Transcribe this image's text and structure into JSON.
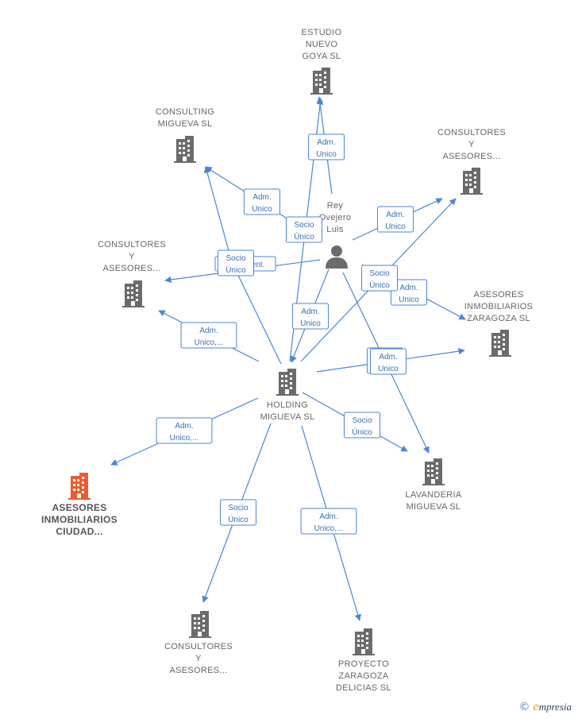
{
  "colors": {
    "edge": "#4a86d8",
    "building": "#6b6b6b",
    "highlight": "#ee5a2f",
    "person": "#6b6b6b"
  },
  "nodes": [
    {
      "id": "estudio",
      "type": "company",
      "label": [
        "ESTUDIO",
        "NUEVO",
        "GOYA  SL"
      ],
      "highlight": false
    },
    {
      "id": "consulting",
      "type": "company",
      "label": [
        "CONSULTING",
        "MIGUEVA  SL"
      ],
      "highlight": false
    },
    {
      "id": "consultores_tr",
      "type": "company",
      "label": [
        "CONSULTORES",
        "Y",
        "ASESORES..."
      ],
      "highlight": false
    },
    {
      "id": "consultores_l",
      "type": "company",
      "label": [
        "CONSULTORES",
        "Y",
        "ASESORES..."
      ],
      "highlight": false
    },
    {
      "id": "rey",
      "type": "person",
      "label": [
        "Rey",
        "Ovejero",
        "Luis"
      ],
      "highlight": false
    },
    {
      "id": "asesores_zgz",
      "type": "company",
      "label": [
        "ASESORES",
        "INMOBILIARIOS",
        "ZARAGOZA  SL"
      ],
      "highlight": false
    },
    {
      "id": "holding",
      "type": "company",
      "label": [
        "HOLDING",
        "MIGUEVA  SL"
      ],
      "highlight": false
    },
    {
      "id": "asesores_ciudad",
      "type": "company",
      "label": [
        "ASESORES",
        "INMOBILIARIOS",
        "CIUDAD..."
      ],
      "highlight": true
    },
    {
      "id": "lavanderia",
      "type": "company",
      "label": [
        "LAVANDERIA",
        "MIGUEVA  SL"
      ],
      "highlight": false
    },
    {
      "id": "consultores_b",
      "type": "company",
      "label": [
        "CONSULTORES",
        "Y",
        "ASESORES..."
      ],
      "highlight": false
    },
    {
      "id": "proyecto",
      "type": "company",
      "label": [
        "PROYECTO",
        "ZARAGOZA",
        "DELICIAS  SL"
      ],
      "highlight": false
    }
  ],
  "edges": [
    {
      "from": "rey",
      "to": "estudio",
      "label": [
        "Adm.",
        "Unico"
      ]
    },
    {
      "from": "holding",
      "to": "estudio",
      "label": [
        "Socio",
        "Único"
      ]
    },
    {
      "from": "rey",
      "to": "consulting",
      "label": [
        "Adm.",
        "Unico"
      ]
    },
    {
      "from": "holding",
      "to": "consulting",
      "label": [
        "Socio",
        "Único"
      ]
    },
    {
      "from": "rey",
      "to": "consultores_tr",
      "label": [
        "Adm.",
        "Unico"
      ]
    },
    {
      "from": "holding",
      "to": "consultores_tr",
      "label": [
        "Socio",
        "Único"
      ]
    },
    {
      "from": "rey",
      "to": "consultores_l",
      "label": [
        "Represent."
      ]
    },
    {
      "from": "holding",
      "to": "consultores_l",
      "label": [
        "Adm.",
        "Unico,..."
      ]
    },
    {
      "from": "rey",
      "to": "asesores_zgz",
      "label": [
        "Adm.",
        "Unico"
      ]
    },
    {
      "from": "holding",
      "to": "asesores_zgz",
      "label": [
        "Socio",
        "Único"
      ]
    },
    {
      "from": "rey",
      "to": "holding",
      "label": [
        "Adm.",
        "Unico"
      ]
    },
    {
      "from": "rey",
      "to": "lavanderia",
      "label": [
        "Adm.",
        "Unico"
      ]
    },
    {
      "from": "holding",
      "to": "lavanderia",
      "label": [
        "Socio",
        "Único"
      ]
    },
    {
      "from": "holding",
      "to": "asesores_ciudad",
      "label": [
        "Adm.",
        "Unico,..."
      ]
    },
    {
      "from": "holding",
      "to": "consultores_b",
      "label": [
        "Socio",
        "Único"
      ]
    },
    {
      "from": "holding",
      "to": "proyecto",
      "label": [
        "Adm.",
        "Unico,..."
      ]
    }
  ],
  "footer": {
    "copyright": "©",
    "brand_first": "e",
    "brand_rest": "mpresia"
  }
}
